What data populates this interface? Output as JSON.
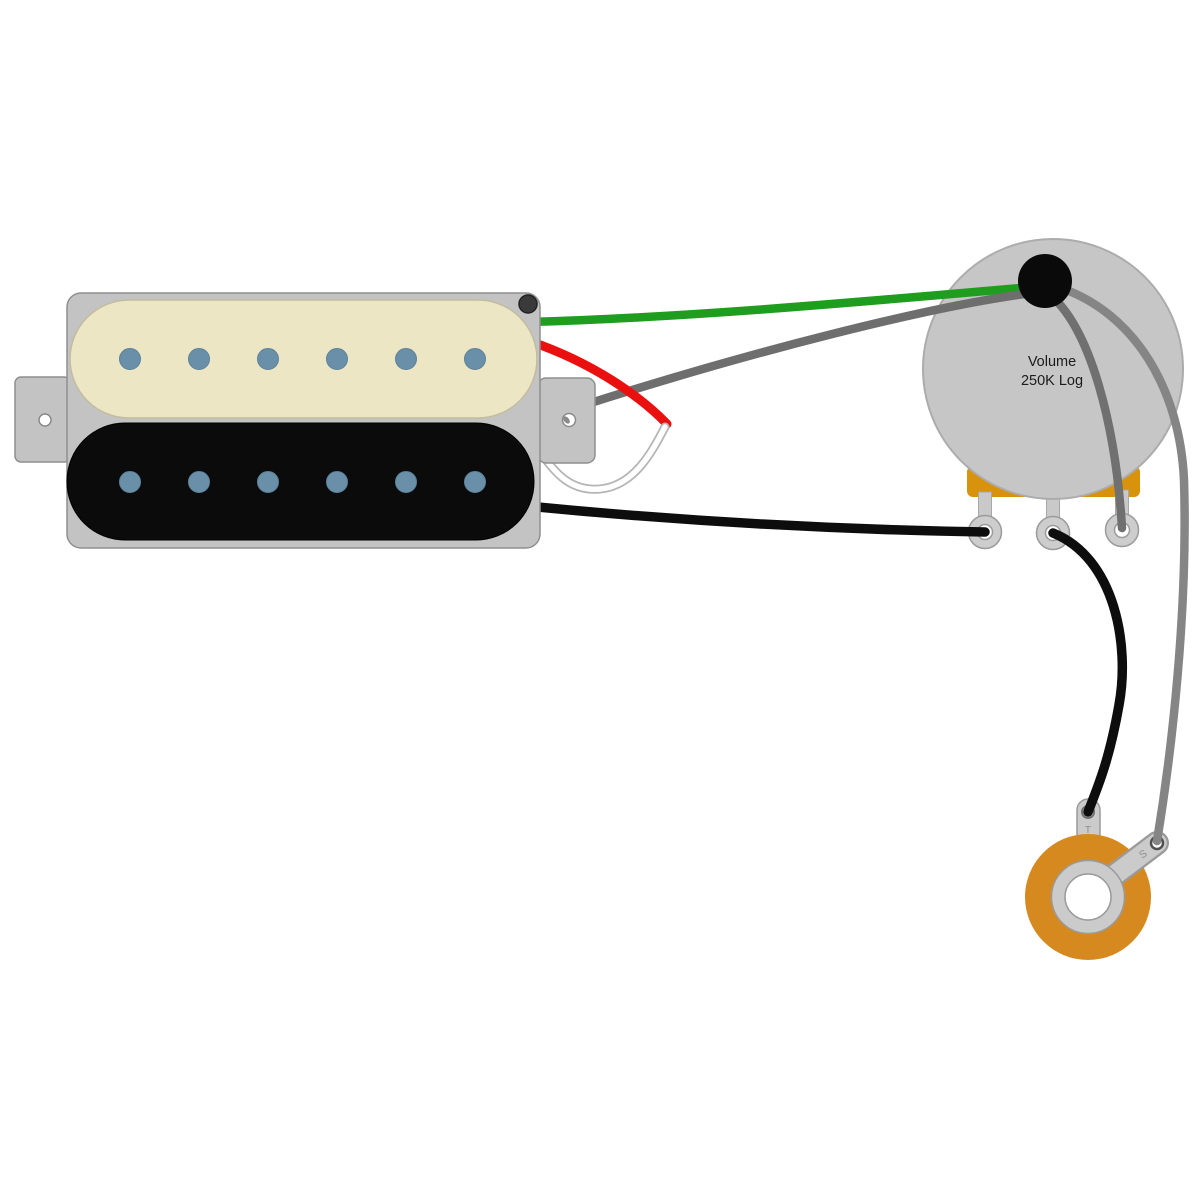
{
  "pot": {
    "name": "volume-potentiometer",
    "label_line1": "Volume",
    "label_line2": "250K Log"
  },
  "jack": {
    "name": "output-jack",
    "tip_label": "T",
    "sleeve_label": "S"
  },
  "pickup": {
    "name": "zebra-humbucker-pickup",
    "coils": [
      "cream",
      "black"
    ],
    "poles_per_coil": 6
  },
  "connections": [
    {
      "wire": "green",
      "from": "pickup",
      "to": "volume-pot-casing"
    },
    {
      "wire": "bare-gray",
      "from": "pickup",
      "to": "volume-pot-casing"
    },
    {
      "wire": "red",
      "from": "pickup",
      "to": "joined-with-white-wire"
    },
    {
      "wire": "white",
      "from": "pickup",
      "to": "joined-with-red-wire"
    },
    {
      "wire": "black",
      "from": "pickup",
      "to": "volume-pot-lug-1"
    },
    {
      "wire": "black",
      "from": "volume-pot-lug-2",
      "to": "jack-tip-lug"
    },
    {
      "wire": "gray",
      "from": "volume-pot-casing",
      "to": "volume-pot-lug-3"
    },
    {
      "wire": "gray",
      "from": "volume-pot-casing",
      "to": "jack-sleeve-lug"
    }
  ],
  "wire_colors": {
    "green": "#1f9d1f",
    "red": "#ea1010",
    "white_core": "#ffffff",
    "white_outline": "#b5b5b5",
    "black": "#0d0d0d",
    "gray_pickup": "#6e6e6e",
    "gray_lug3": "#707070",
    "gray_jack": "#858585"
  },
  "part_colors": {
    "pickup_cream": "#EDE6C4",
    "pickup_black": "#0b0b0b",
    "pole_piece": "#6A90A9",
    "frame_gray": "#C3C3C3",
    "pot_body": "#C6C6C6",
    "pot_base_orange": "#D8920B",
    "knob_black": "#0a0a0a",
    "lug_gray": "#CDCDCD",
    "leg_gray": "#C9C9C9",
    "jack_orange": "#D6891F",
    "jack_metal": "#CBCBCB",
    "screw_dark": "#3a3a3a"
  }
}
